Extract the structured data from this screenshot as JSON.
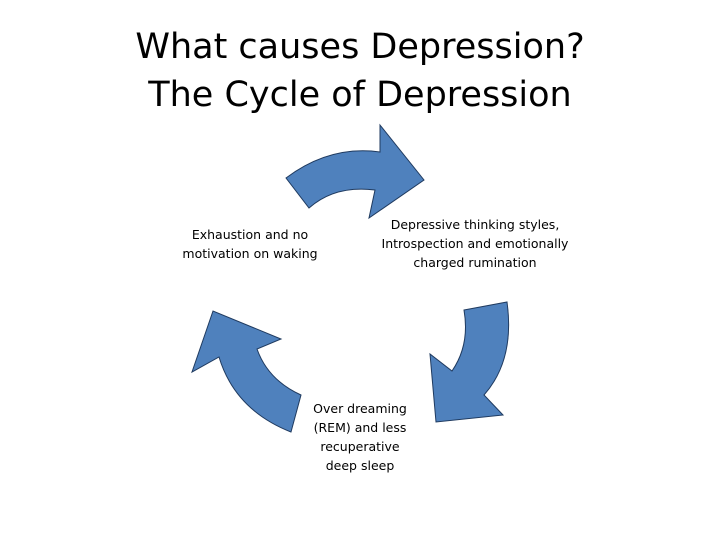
{
  "title": {
    "line1": "What causes Depression?",
    "line2": "The Cycle of Depression"
  },
  "colors": {
    "arrow_fill": "#4f81bd",
    "arrow_stroke": "#1f3a5f"
  },
  "labels": {
    "exhaustion": [
      "Exhaustion and no",
      "motivation on waking"
    ],
    "thinking": [
      "Depressive thinking styles,",
      "Introspection and emotionally",
      "charged rumination"
    ],
    "dreaming": [
      "Over dreaming",
      "(REM) and less",
      "recuperative",
      "deep sleep"
    ]
  }
}
